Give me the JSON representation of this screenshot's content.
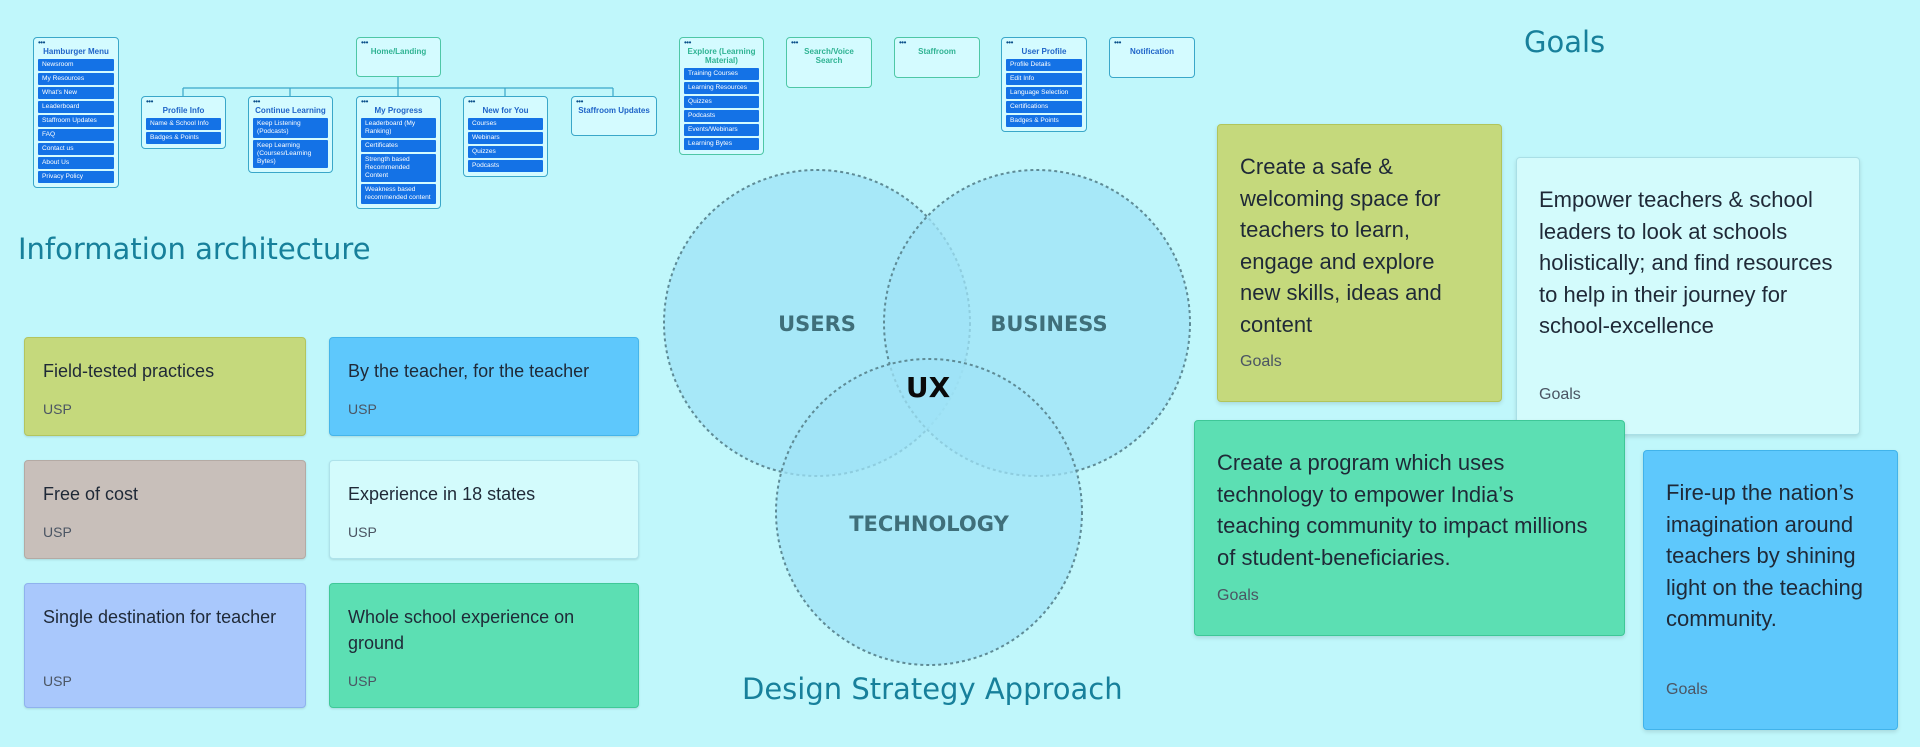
{
  "ia": {
    "title": "Information architecture",
    "dots": "•••",
    "hamburger": {
      "title": "Hamburger Menu",
      "items": [
        "Newsroom",
        "My Resources",
        "What's New",
        "Leaderboard",
        "Staffroom Updates",
        "FAQ",
        "Contact us",
        "About Us",
        "Privacy Policy"
      ]
    },
    "home": {
      "title": "Home/Landing"
    },
    "profile_info": {
      "title": "Profile Info",
      "items": [
        "Name & School Info",
        "Badges & Points"
      ]
    },
    "continue_learning": {
      "title": "Continue Learning",
      "items": [
        "Keep Listening (Podcasts)",
        "Keep Learning (Courses/Learning Bytes)"
      ]
    },
    "my_progress": {
      "title": "My Progress",
      "items": [
        "Leaderboard (My Ranking)",
        "Certificates",
        "Strength based Recommended Content",
        "Weakness based recommended content"
      ]
    },
    "new_for_you": {
      "title": "New for You",
      "items": [
        "Courses",
        "Webinars",
        "Quizzes",
        "Podcasts"
      ]
    },
    "staffroom_updates": {
      "title": "Staffroom Updates"
    },
    "explore": {
      "title": "Explore (Learning Material)",
      "items": [
        "Training Courses",
        "Learning Resources",
        "Quizzes",
        "Podcasts",
        "Events/Webinars",
        "Learning Bytes"
      ]
    },
    "search": {
      "title": "Search/Voice Search"
    },
    "staffroom": {
      "title": "Staffroom"
    },
    "user_profile": {
      "title": "User Profile",
      "items": [
        "Profile Details",
        "Edit Info",
        "Language Selection",
        "Certifications",
        "Badges & Points"
      ]
    },
    "notification": {
      "title": "Notification"
    }
  },
  "usp": {
    "tag": "USP",
    "cards": [
      {
        "text": "Field-tested practices",
        "color": "#c5d97c"
      },
      {
        "text": "By the teacher, for the teacher",
        "color": "#5ec8fc"
      },
      {
        "text": "Free of cost",
        "color": "#c8bfba"
      },
      {
        "text": "Experience in 18 states",
        "color": "#d3fbfc"
      },
      {
        "text": "Single destination for teacher",
        "color": "#a9c8fc"
      },
      {
        "text": "Whole school experience on ground",
        "color": "#5cdfb3"
      }
    ]
  },
  "venn": {
    "title": "Design Strategy Approach",
    "users": "USERS",
    "business": "BUSINESS",
    "technology": "TECHNOLOGY",
    "center": "UX"
  },
  "goals": {
    "title": "Goals",
    "tag": "Goals",
    "cards": [
      {
        "text": "Create a safe & welcoming space for teachers to learn, engage and explore new skills, ideas and content",
        "color": "#c5d97c"
      },
      {
        "text": "Empower teachers & school leaders to look at schools holistically; and find resources to help in their journey for school-excellence",
        "color": "#d3fbfc"
      },
      {
        "text": "Create a program which uses technology to empower India’s teaching community to impact millions of student-beneficiaries.",
        "color": "#5cdfb3"
      },
      {
        "text": "Fire-up the nation’s imagination around teachers by shining light on the teaching community.",
        "color": "#5ec8fc"
      }
    ]
  },
  "colors": {
    "background": "#c0f7fb",
    "title_teal": "#17809b",
    "ia_item_blue": "#1472e6",
    "venn_circle": "#9fe3f7"
  }
}
